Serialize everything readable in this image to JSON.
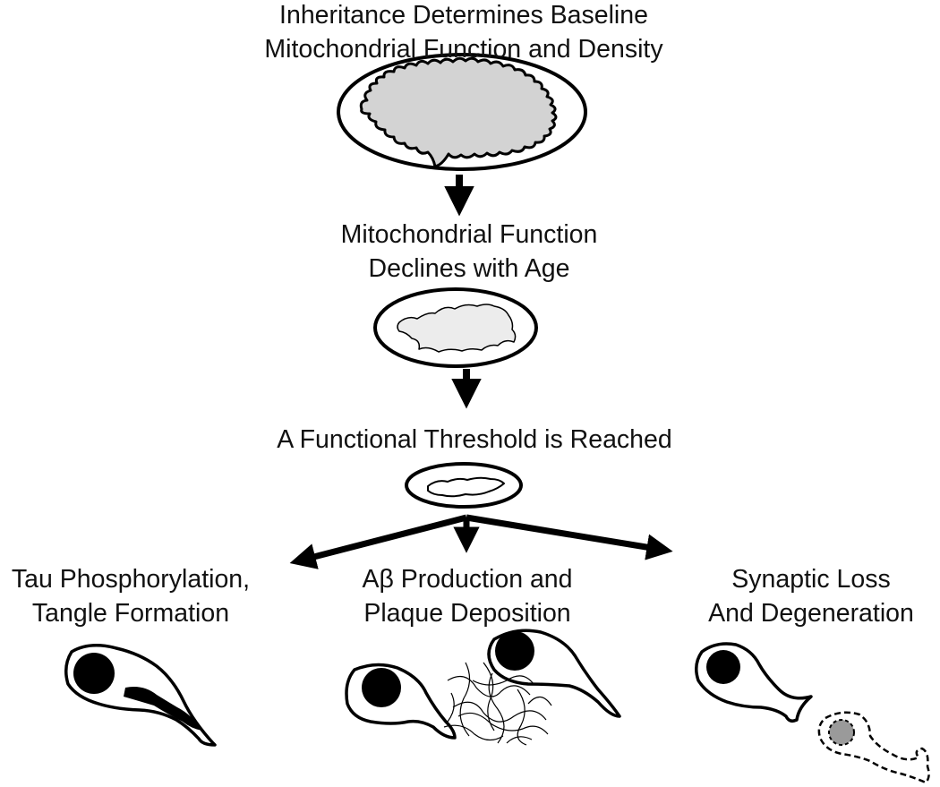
{
  "steps": {
    "inheritance": {
      "line1": "Inheritance Determines Baseline",
      "line2": "Mitochondrial Function and Density"
    },
    "decline": {
      "line1": "Mitochondrial Function",
      "line2": "Declines with Age"
    },
    "threshold": {
      "line1": "A Functional Threshold is Reached"
    }
  },
  "outcomes": {
    "tau": {
      "line1": "Tau Phosphorylation,",
      "line2": "Tangle Formation"
    },
    "abeta": {
      "line1": "Aβ Production and",
      "line2": "Plaque Deposition"
    },
    "synaptic": {
      "line1": "Synaptic Loss",
      "line2": "And Degeneration"
    }
  },
  "colors": {
    "stroke": "#000000",
    "healthy_matrix_fill": "#d3d3d3",
    "aged_matrix_fill": "#ececec",
    "degenerating_nucleus_fill": "#9a9a9a"
  }
}
